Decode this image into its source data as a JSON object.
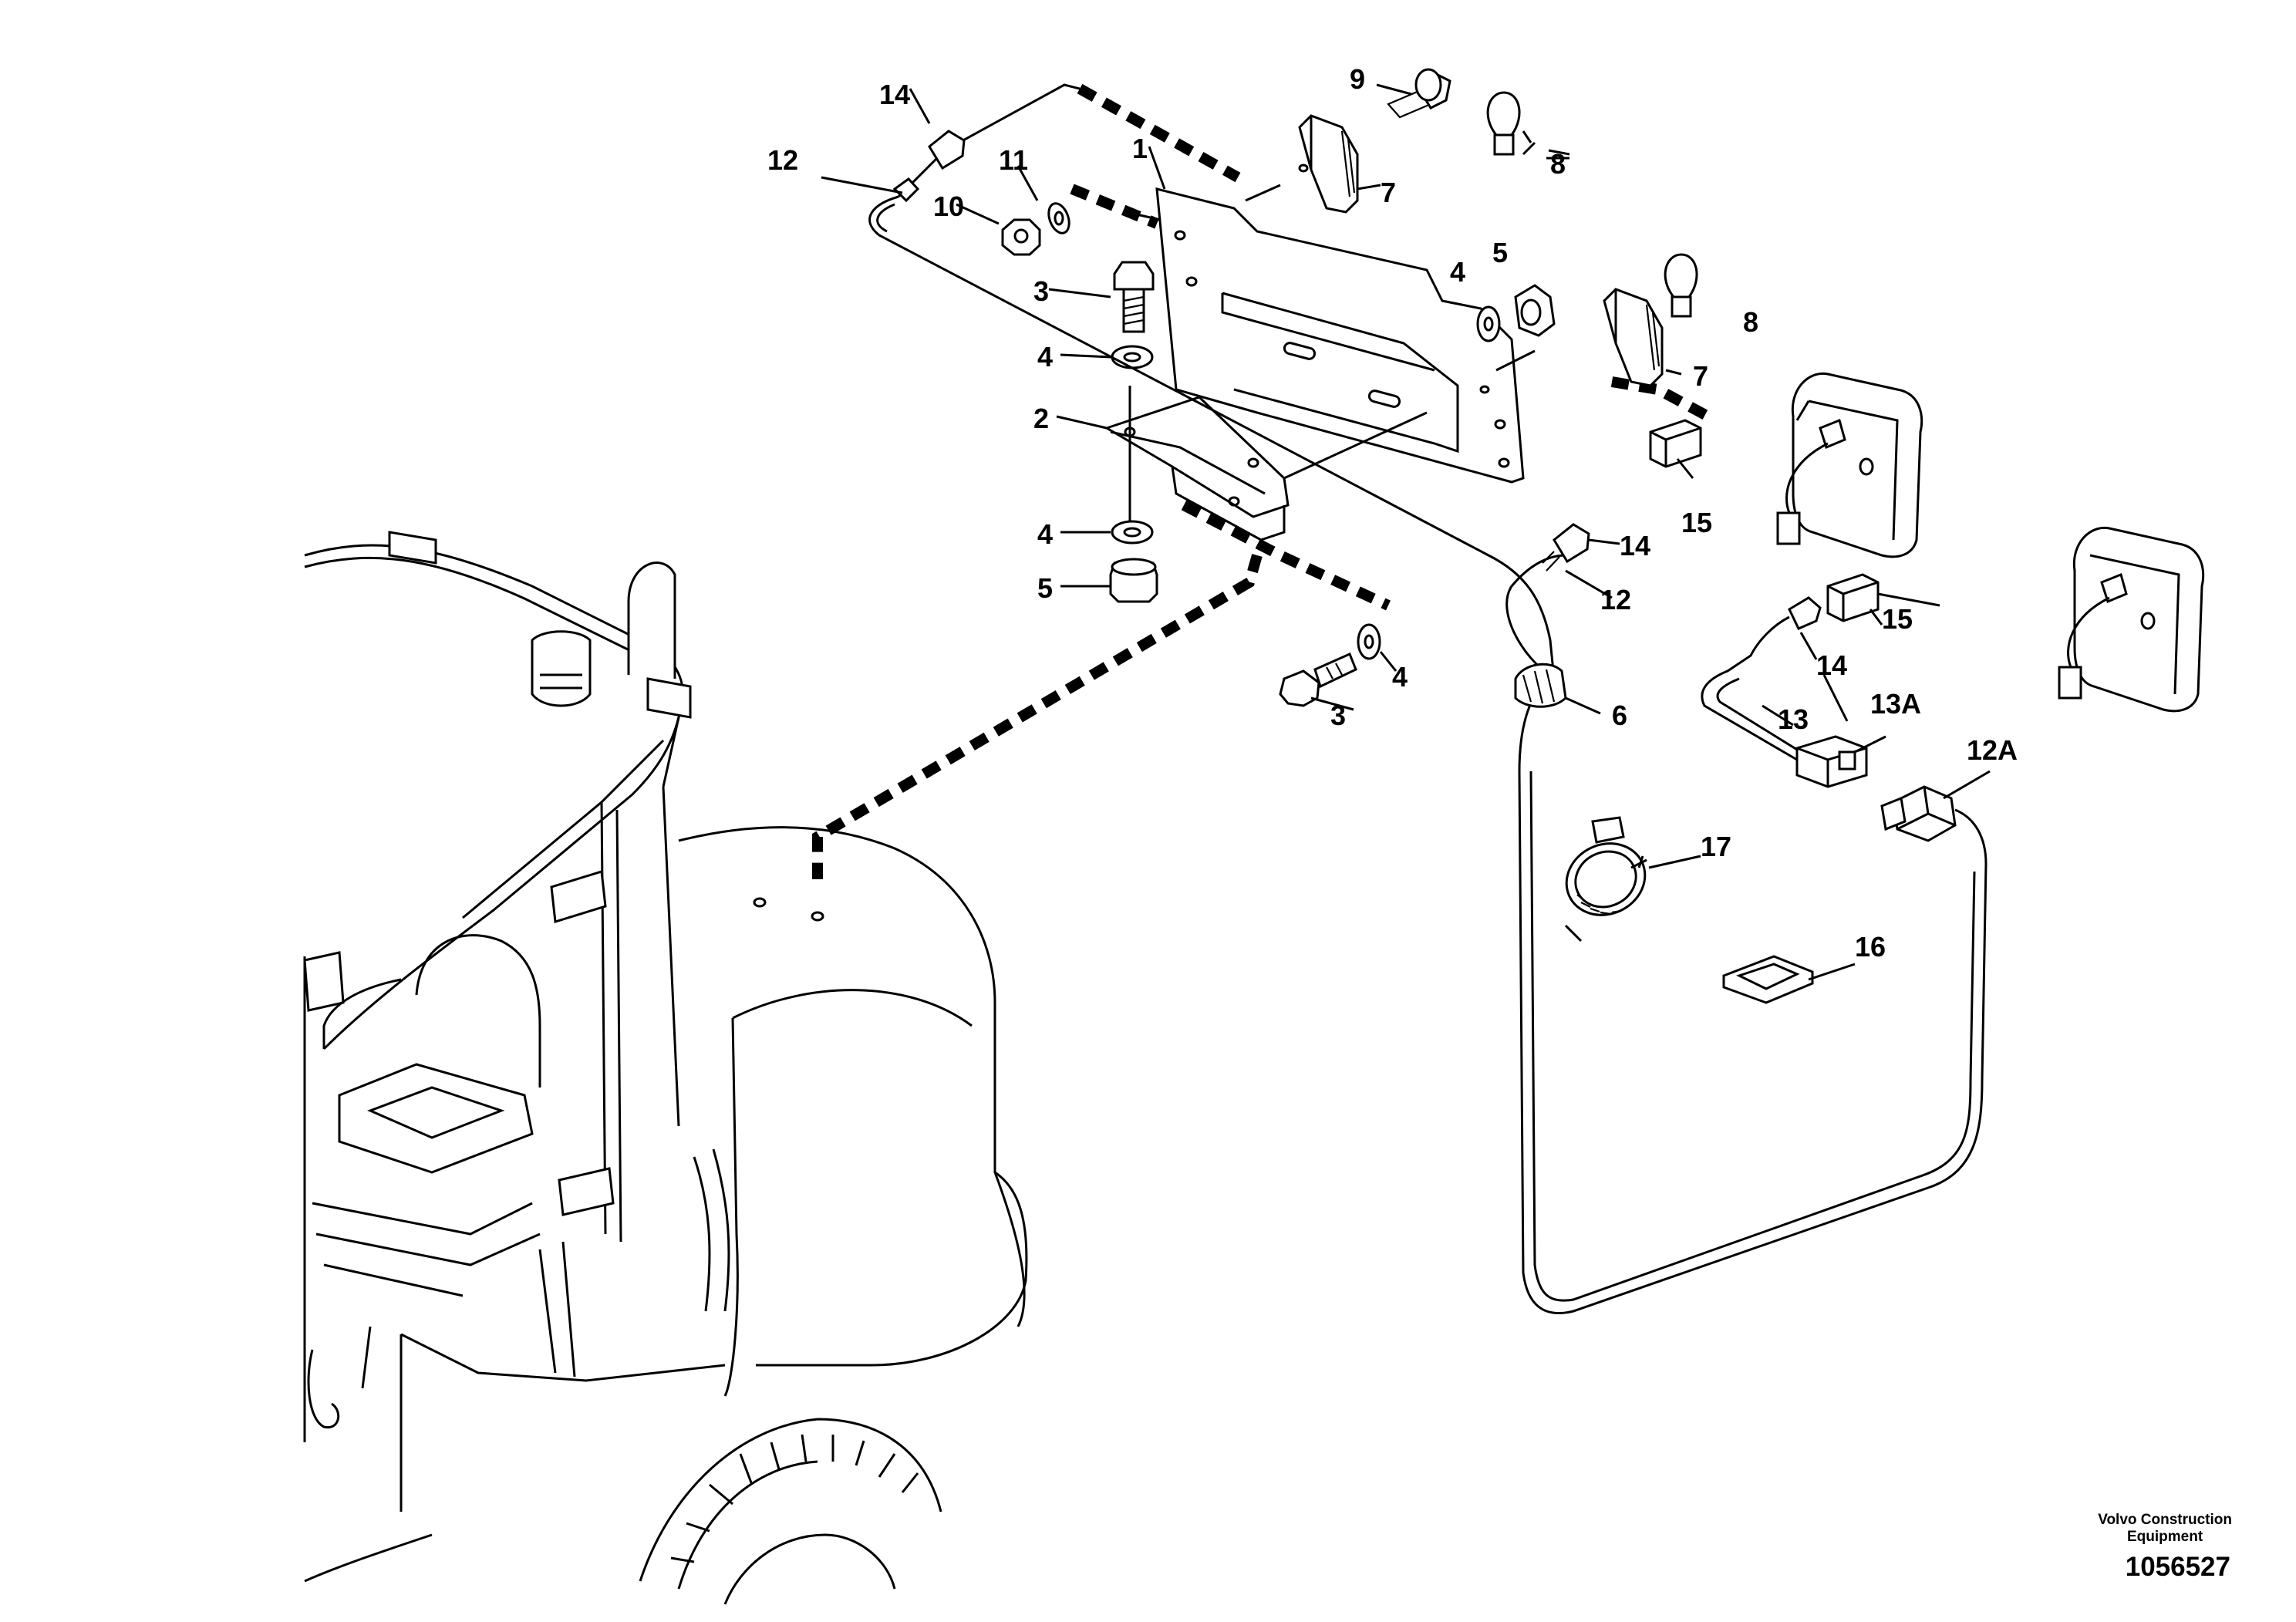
{
  "labels": {
    "p1": "1",
    "p2": "2",
    "p3a": "3",
    "p3b": "3",
    "p4a": "4",
    "p4b": "4",
    "p4c": "4",
    "p4d": "4",
    "p5a": "5",
    "p5b": "5",
    "p6": "6",
    "p7a": "7",
    "p7b": "7",
    "p8a": "8",
    "p8b": "8",
    "p9": "9",
    "p10": "10",
    "p11": "11",
    "p12a": "12",
    "p12b": "12",
    "p12A": "12A",
    "p13": "13",
    "p13A": "13A",
    "p14a": "14",
    "p14b": "14",
    "p14c": "14",
    "p15a": "15",
    "p15b": "15",
    "p16": "16",
    "p17": "17"
  },
  "footer": {
    "company_line1": "Volvo Construction",
    "company_line2": "Equipment",
    "document_number": "1056527"
  }
}
